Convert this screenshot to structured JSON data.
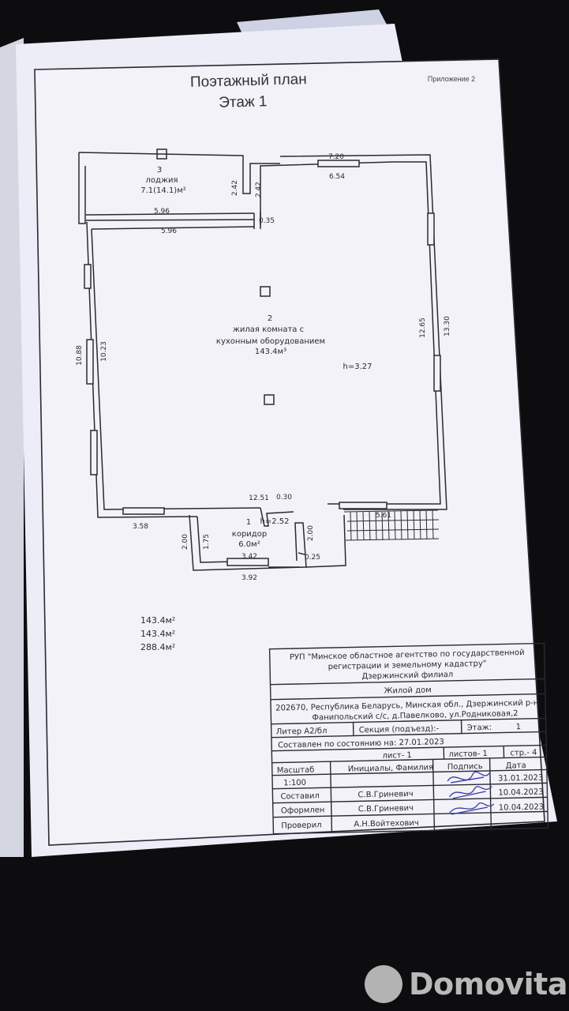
{
  "document": {
    "title": "Поэтажный план",
    "floor_label": "Этаж 1",
    "appendix": "Приложение 2"
  },
  "plan": {
    "loggia": {
      "number": "3",
      "name": "лоджия",
      "area": "7.1(14.1)м²"
    },
    "living_room": {
      "number": "2",
      "name_line1": "жилая комната с",
      "name_line2": "кухонным оборудованием",
      "area": "143.4м³",
      "height": "h=3.27"
    },
    "corridor": {
      "number": "1",
      "name": "коридор",
      "area": "6.0м²",
      "height": "h=2.52"
    },
    "dims": {
      "top_outer": "7.20",
      "top_inner": "6.54",
      "loggia_outer": "5.96",
      "loggia_inner": "5.96",
      "door_1": "2.42",
      "door_2": "2.42",
      "wall_035": "0.35",
      "left_outer": "10.88",
      "left_inner": "10.23",
      "right_inner": "12.65",
      "right_outer": "13.30",
      "bottom_1251": "12.51",
      "bottom_030": "0.30",
      "bottom_left": "3.58",
      "stairs": "5.61",
      "corr_left_outer": "2.00",
      "corr_left_inner": "1.75",
      "corr_right": "2.00",
      "corr_inner": "3.42",
      "corr_outer": "3.92",
      "corr_025": "0.25"
    }
  },
  "totals": [
    "143.4м²",
    "143.4м²",
    "288.4м²"
  ],
  "stamp": {
    "org_line1": "РУП \"Минское областное агентство по государственной",
    "org_line2": "регистрации и земельному кадастру\"",
    "org_line3": "Дзержинский филиал",
    "object": "Жилой дом",
    "address_line1": "202670, Республика Беларусь, Минская обл., Дзержинский р-н,",
    "address_line2": "Фанипольский с/с, д.Павелково, ул.Родниковая,2",
    "liter": "Литер А2/бл",
    "section": "Секция (подъезд):-",
    "floor_label": "Этаж:",
    "floor_value": "1",
    "state": "Составлен по состоянию на: 27.01.2023",
    "sheet": "лист- 1",
    "sheets": "листов- 1",
    "page": "стр.- 4",
    "scale_label": "Масштаб",
    "scale_value": "1:100",
    "col_initials": "Инициалы, Фамилия",
    "col_sign": "Подпись",
    "col_date": "Дата",
    "rows": [
      {
        "role": "Составил",
        "name": "С.В.Гриневич",
        "date": "31.01.2023"
      },
      {
        "role": "Оформлен",
        "name": "С.В.Гриневич",
        "date": "10.04.2023"
      },
      {
        "role": "Проверил",
        "name": "А.Н.Войтехович",
        "date": "10.04.2023"
      }
    ]
  },
  "watermark": "Domovita",
  "colors": {
    "paper": "#f2f2f8",
    "background": "#0d0d0f",
    "ink": "#2a2a33"
  }
}
